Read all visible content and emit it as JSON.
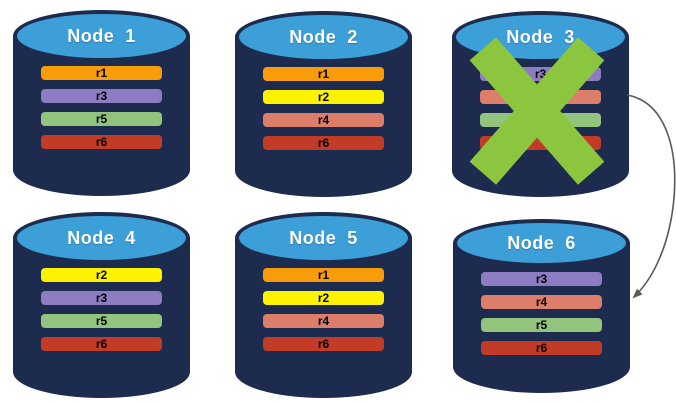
{
  "colors": {
    "cylinder_body": "#1C2B4E",
    "cylinder_top": "#3D9FD8",
    "title_text": "#FFFFFF",
    "bar_text": "#000000",
    "failure_x": "#8CC63F",
    "arrow": "#595959"
  },
  "nodes": [
    {
      "title": "Node  1",
      "failed": false,
      "partitions": [
        {
          "label": "r1",
          "color": "#F89C0A"
        },
        {
          "label": "r3",
          "color": "#8E7CC3"
        },
        {
          "label": "r5",
          "color": "#93C47D"
        },
        {
          "label": "r6",
          "color": "#C13B27"
        }
      ]
    },
    {
      "title": "Node  2",
      "failed": false,
      "partitions": [
        {
          "label": "r1",
          "color": "#F89C0A"
        },
        {
          "label": "r2",
          "color": "#FDF200"
        },
        {
          "label": "r4",
          "color": "#DD7E6B"
        },
        {
          "label": "r6",
          "color": "#C13B27"
        }
      ]
    },
    {
      "title": "Node  3",
      "failed": true,
      "partitions": [
        {
          "label": "r3",
          "color": "#8E7CC3"
        },
        {
          "label": "",
          "color": "#DD7E6B"
        },
        {
          "label": "",
          "color": "#93C47D"
        },
        {
          "label": "",
          "color": "#C13B27"
        }
      ]
    },
    {
      "title": "Node  4",
      "failed": false,
      "partitions": [
        {
          "label": "r2",
          "color": "#FDF200"
        },
        {
          "label": "r3",
          "color": "#8E7CC3"
        },
        {
          "label": "r5",
          "color": "#93C47D"
        },
        {
          "label": "r6",
          "color": "#C13B27"
        }
      ]
    },
    {
      "title": "Node  5",
      "failed": false,
      "partitions": [
        {
          "label": "r1",
          "color": "#F89C0A"
        },
        {
          "label": "r2",
          "color": "#FDF200"
        },
        {
          "label": "r4",
          "color": "#DD7E6B"
        },
        {
          "label": "r6",
          "color": "#C13B27"
        }
      ]
    },
    {
      "title": "Node  6",
      "failed": false,
      "partitions": [
        {
          "label": "r3",
          "color": "#8E7CC3"
        },
        {
          "label": "r4",
          "color": "#DD7E6B"
        },
        {
          "label": "r5",
          "color": "#93C47D"
        },
        {
          "label": "r6",
          "color": "#C13B27"
        }
      ]
    }
  ],
  "arrow": {
    "from": "Node 3",
    "to": "Node 6"
  }
}
